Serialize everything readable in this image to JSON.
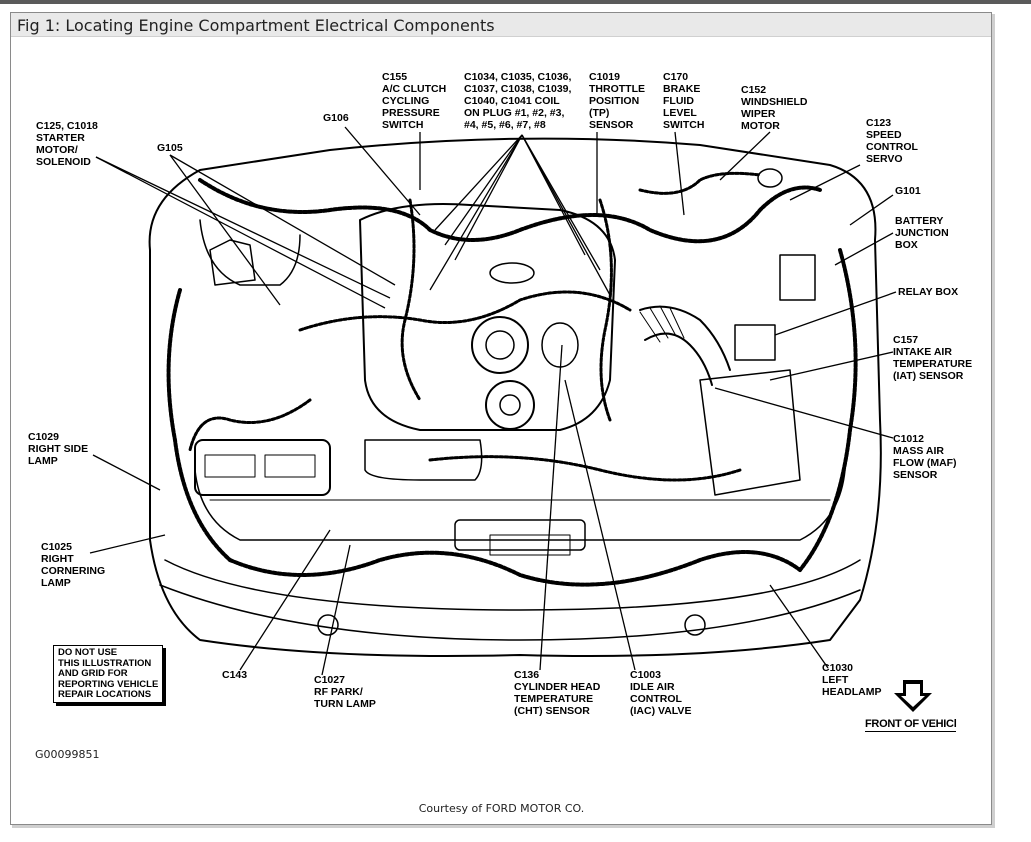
{
  "figure": {
    "title": "Fig 1: Locating Engine Compartment Electrical Components",
    "figure_id": "G00099851",
    "courtesy": "Courtesy of FORD MOTOR CO.",
    "notice": "DO NOT USE\nTHIS ILLUSTRATION\nAND GRID FOR\nREPORTING VEHICLE\nREPAIR LOCATIONS",
    "front_label": "FRONT OF VEHICl"
  },
  "callouts": {
    "c155": "C155\nA/C CLUTCH\nCYCLING\nPRESSURE\nSWITCH",
    "coils": "C1034, C1035, C1036,\nC1037, C1038, C1039,\nC1040, C1041 COIL\nON PLUG #1, #2, #3,\n#4, #5, #6, #7, #8",
    "c1019": "C1019\nTHROTTLE\nPOSITION\n(TP)\nSENSOR",
    "c170": "C170\nBRAKE\nFLUID\nLEVEL\nSWITCH",
    "c152": "C152\nWINDSHIELD\nWIPER\nMOTOR",
    "g106": "G106",
    "c125": "C125, C1018\nSTARTER\nMOTOR/\nSOLENOID",
    "g105": "G105",
    "c123": "C123\nSPEED\nCONTROL\nSERVO",
    "g101": "G101",
    "bjb": "BATTERY\nJUNCTION\nBOX",
    "relay": "RELAY BOX",
    "c157": "C157\nINTAKE AIR\nTEMPERATURE\n(IAT) SENSOR",
    "c1012": "C1012\nMASS AIR\nFLOW (MAF)\nSENSOR",
    "c1029": "C1029\nRIGHT SIDE\nLAMP",
    "c1025": "C1025\nRIGHT\nCORNERING\nLAMP",
    "c143": "C143",
    "c1027": "C1027\nRF PARK/\nTURN LAMP",
    "c136": "C136\nCYLINDER HEAD\nTEMPERATURE\n(CHT) SENSOR",
    "c1003": "C1003\nIDLE AIR\nCONTROL\n(IAC) VALVE",
    "c1030": "C1030\nLEFT\nHEADLAMP"
  }
}
